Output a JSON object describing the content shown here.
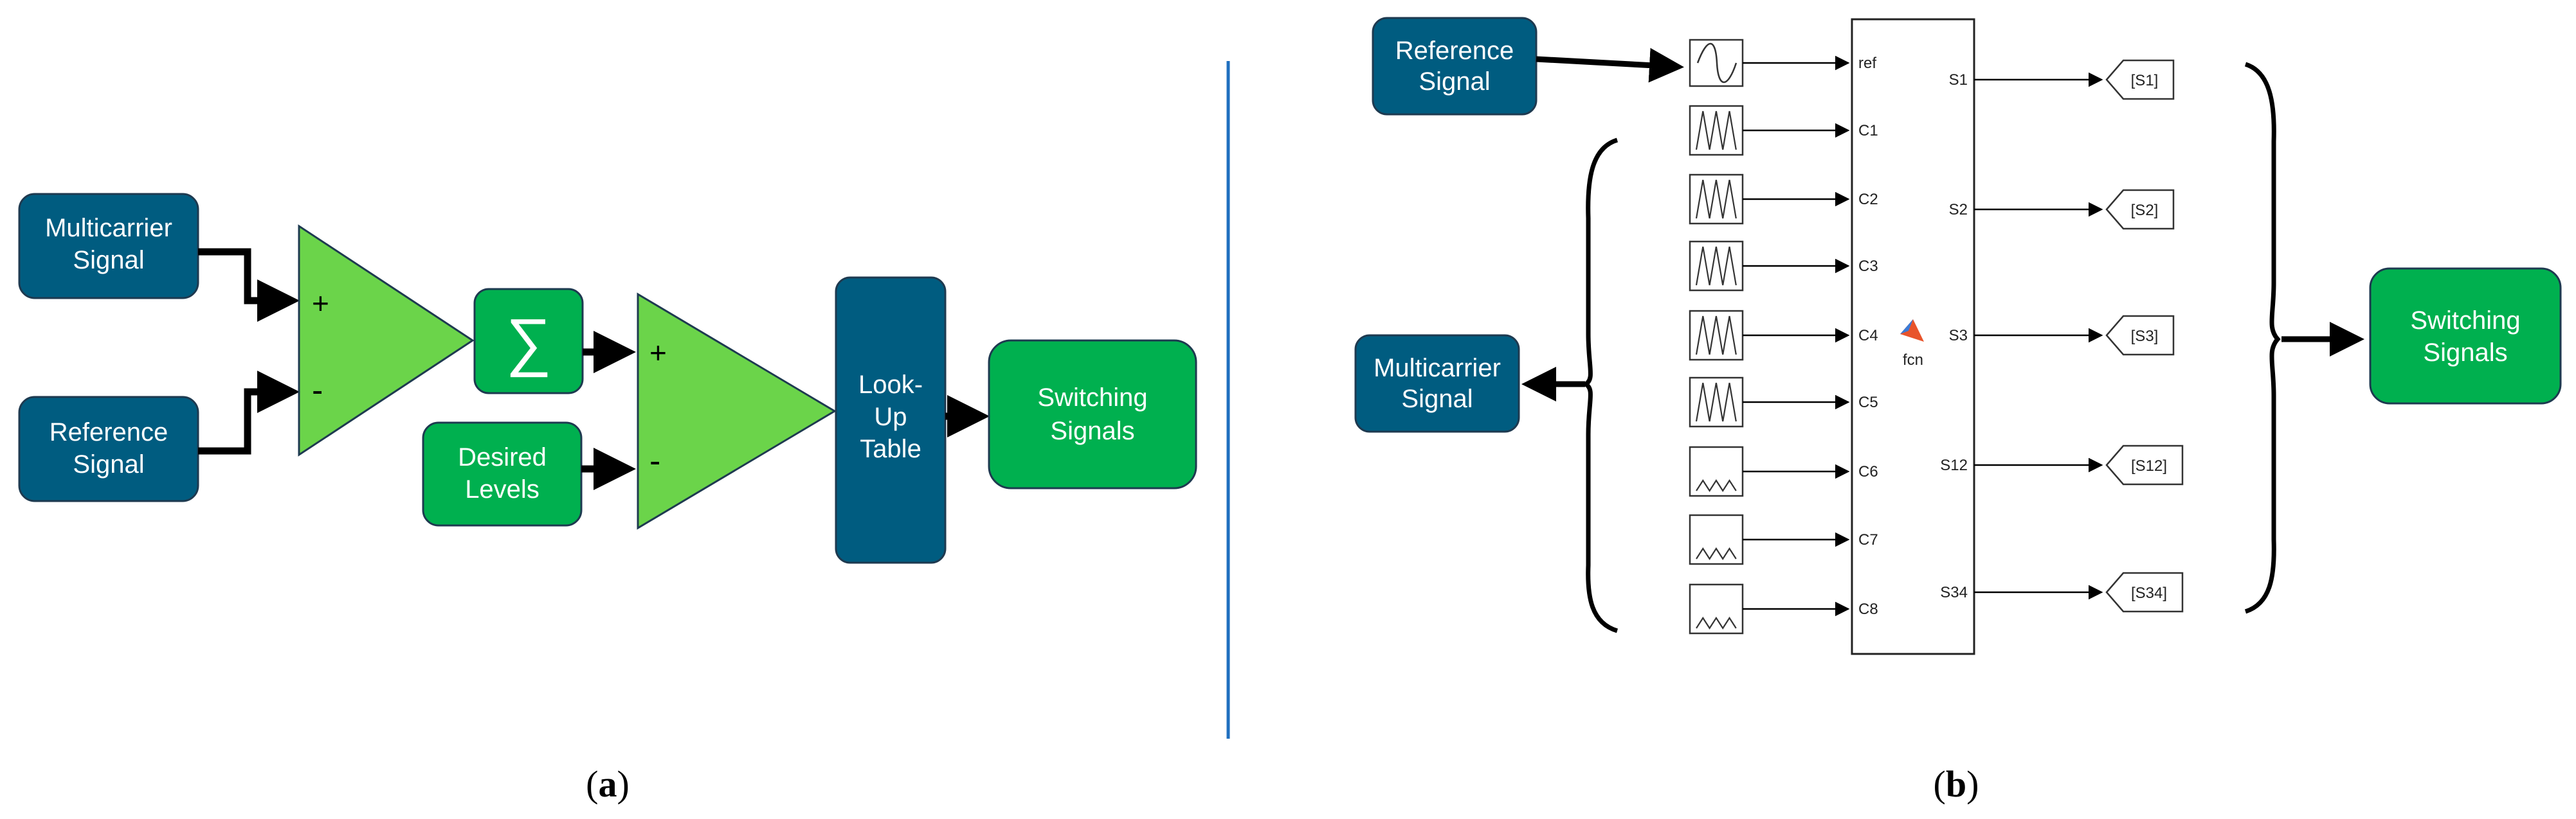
{
  "colors": {
    "navy": "#005c80",
    "green_dark": "#00b04f",
    "green_light": "#6bd44a",
    "divider": "#1f6fbf"
  },
  "panel_a": {
    "caption_open": "(",
    "caption_letter": "a",
    "caption_close": ")",
    "multicarrier": {
      "line1": "Multicarrier",
      "line2": "Signal"
    },
    "reference": {
      "line1": "Reference",
      "line2": "Signal"
    },
    "amp1_plus": "+",
    "amp1_minus": "-",
    "sum_symbol": "∑",
    "desired": {
      "line1": "Desired",
      "line2": "Levels"
    },
    "amp2_plus": "+",
    "amp2_minus": "-",
    "lut": {
      "line1": "Look-",
      "line2": "Up",
      "line3": "Table"
    },
    "switching": {
      "line1": "Switching",
      "line2": "Signals"
    }
  },
  "panel_b": {
    "caption_open": "(",
    "caption_letter": "b",
    "caption_close": ")",
    "reference": {
      "line1": "Reference",
      "line2": "Signal"
    },
    "multicarrier": {
      "line1": "Multicarrier",
      "line2": "Signal"
    },
    "switching": {
      "line1": "Switching",
      "line2": "Signals"
    },
    "fcn_label": "fcn",
    "inputs": [
      "ref",
      "C1",
      "C2",
      "C3",
      "C4",
      "C5",
      "C6",
      "C7",
      "C8"
    ],
    "outputs": [
      "S1",
      "S2",
      "S3",
      "S12",
      "S34"
    ],
    "goto_tags": [
      "[S1]",
      "[S2]",
      "[S3]",
      "[S12]",
      "[S34]"
    ]
  }
}
